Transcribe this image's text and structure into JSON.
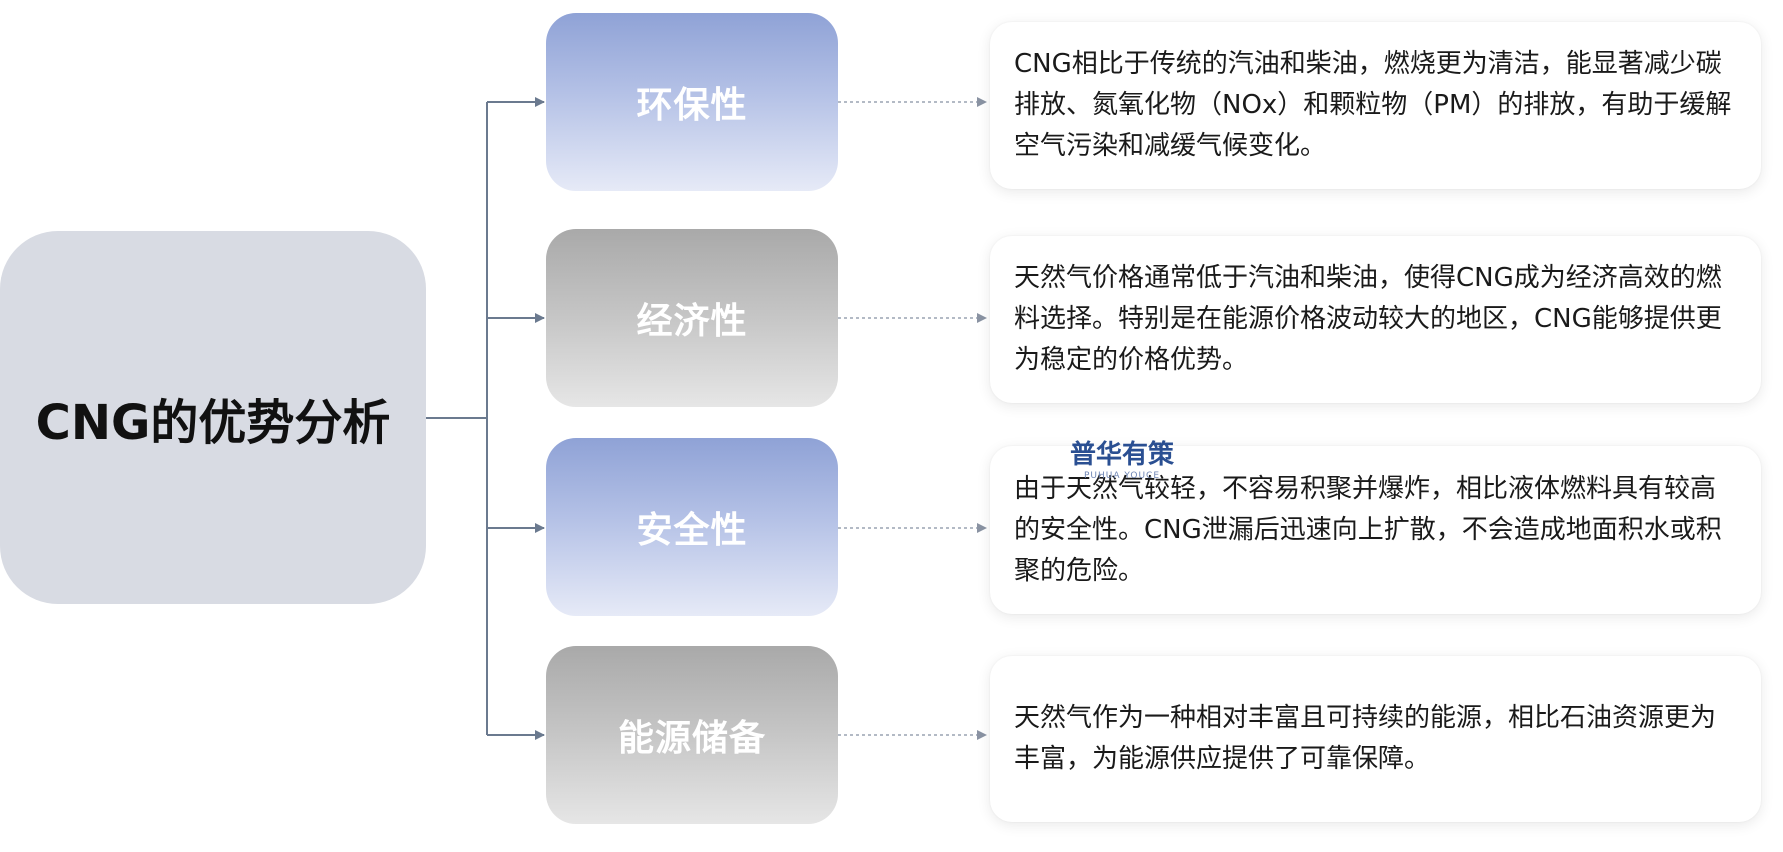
{
  "root": {
    "title": "CNG的优势分析"
  },
  "categories": [
    {
      "label": "环保性",
      "style": "blue",
      "description": "CNG相比于传统的汽油和柴油，燃烧更为清洁，能显著减少碳排放、氮氧化物（NOx）和颗粒物（PM）的排放，有助于缓解空气污染和减缓气候变化。"
    },
    {
      "label": "经济性",
      "style": "gray",
      "description": "天然气价格通常低于汽油和柴油，使得CNG成为经济高效的燃料选择。特别是在能源价格波动较大的地区，CNG能够提供更为稳定的价格优势。"
    },
    {
      "label": "安全性",
      "style": "blue",
      "description": "由于天然气较轻，不容易积聚并爆炸，相比液体燃料具有较高的安全性。CNG泄漏后迅速向上扩散，不会造成地面积水或积聚的危险。"
    },
    {
      "label": "能源储备",
      "style": "gray",
      "description": "天然气作为一种相对丰富且可持续的能源，相比石油资源更为丰富，为能源供应提供了可靠保障。"
    }
  ],
  "watermark": {
    "title": "普华有策",
    "subtitle": "PUHUA YOUCE"
  },
  "colors": {
    "root_bg": "#d8dbe3",
    "connector": "#6b7a8f",
    "dashed_connector": "#9aa3b2",
    "blue_top": "#8fa2d6",
    "gray_top": "#a9a9a9",
    "watermark": "#2a4f92"
  }
}
